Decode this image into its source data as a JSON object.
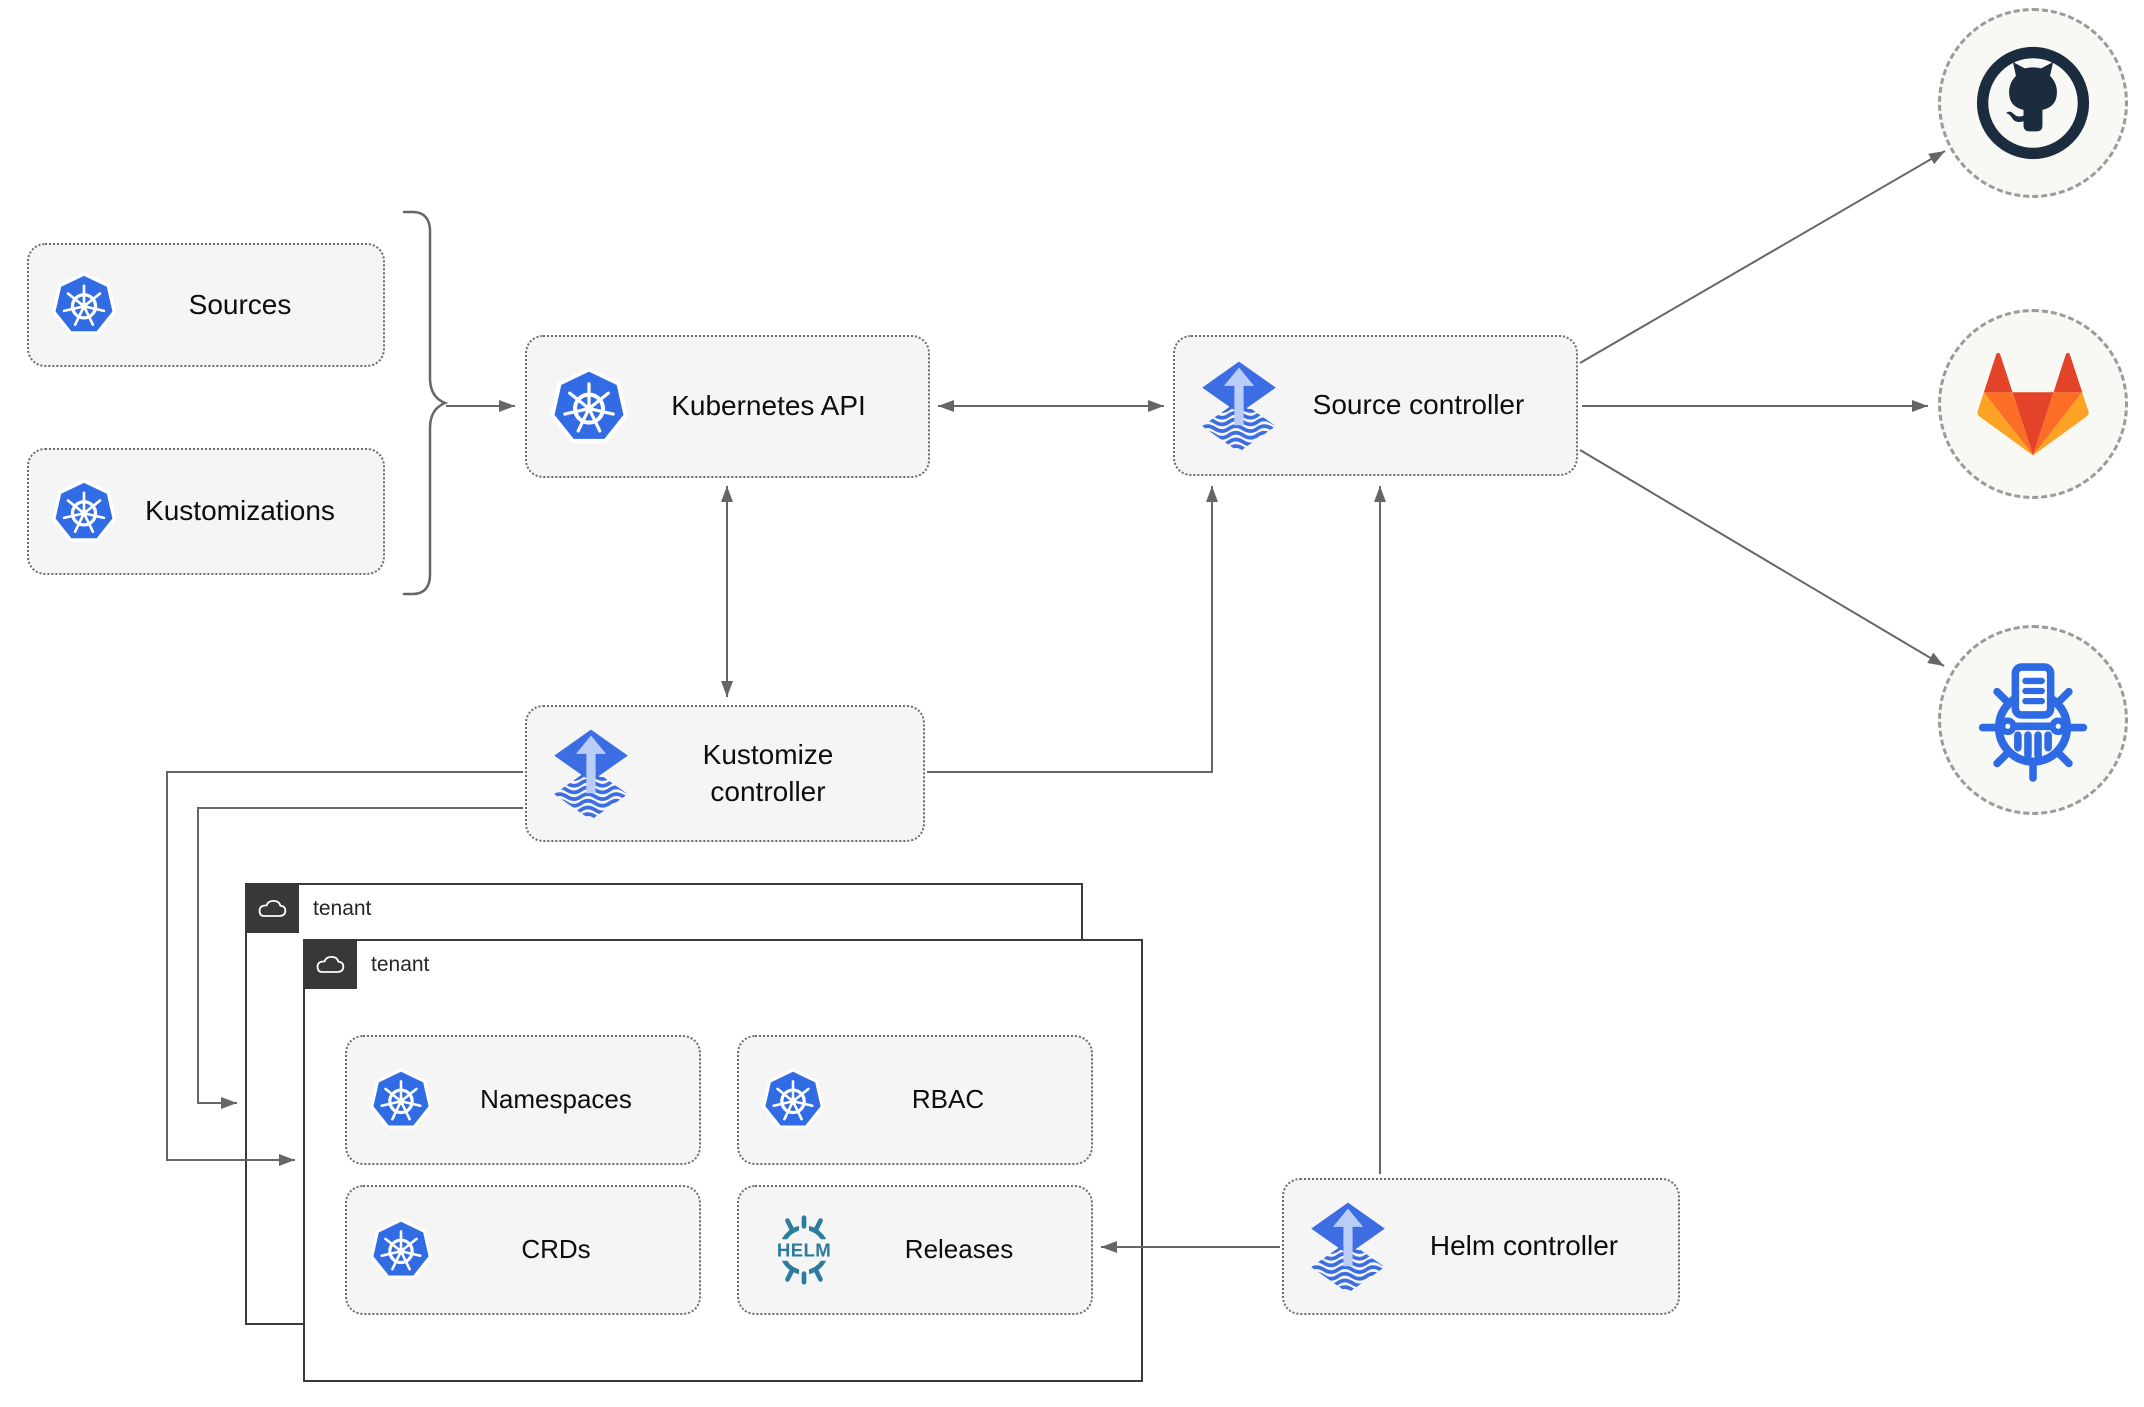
{
  "colors": {
    "kubernetes_blue": "#326CE5",
    "flux_blue": "#3D6DE2",
    "flux_arrow_light": "#B9CDF6",
    "helm_teal": "#2B7C9E",
    "github_dark": "#1B2C3E",
    "gitlab_red": "#E24329",
    "gitlab_orange": "#FC6D26",
    "gitlab_yellow": "#FCA326",
    "kustomize_blue": "#2E6AE3",
    "arrow_gray": "#666666",
    "node_fill": "#F5F5F5",
    "tenant_border": "#3A3A3A",
    "tenant_label_bg": "#383838"
  },
  "nodes": {
    "sources": {
      "label": "Sources"
    },
    "kustomizations": {
      "label": "Kustomizations"
    },
    "kubernetes_api": {
      "label": "Kubernetes API"
    },
    "source_controller": {
      "label": "Source controller"
    },
    "kustomize_controller": {
      "label": "Kustomize controller"
    },
    "helm_controller": {
      "label": "Helm controller"
    },
    "tenant_outer": {
      "label": "tenant"
    },
    "tenant_inner": {
      "label": "tenant"
    },
    "namespaces": {
      "label": "Namespaces"
    },
    "rbac": {
      "label": "RBAC"
    },
    "crds": {
      "label": "CRDs"
    },
    "releases": {
      "label": "Releases"
    }
  },
  "icons": {
    "kubernetes": "kubernetes-logo",
    "flux": "flux-logo",
    "helm_text": "HELM",
    "github": "github-logo",
    "gitlab": "gitlab-logo",
    "kustomize_wheel": "kustomize-logo",
    "cloud": "cloud-icon"
  }
}
